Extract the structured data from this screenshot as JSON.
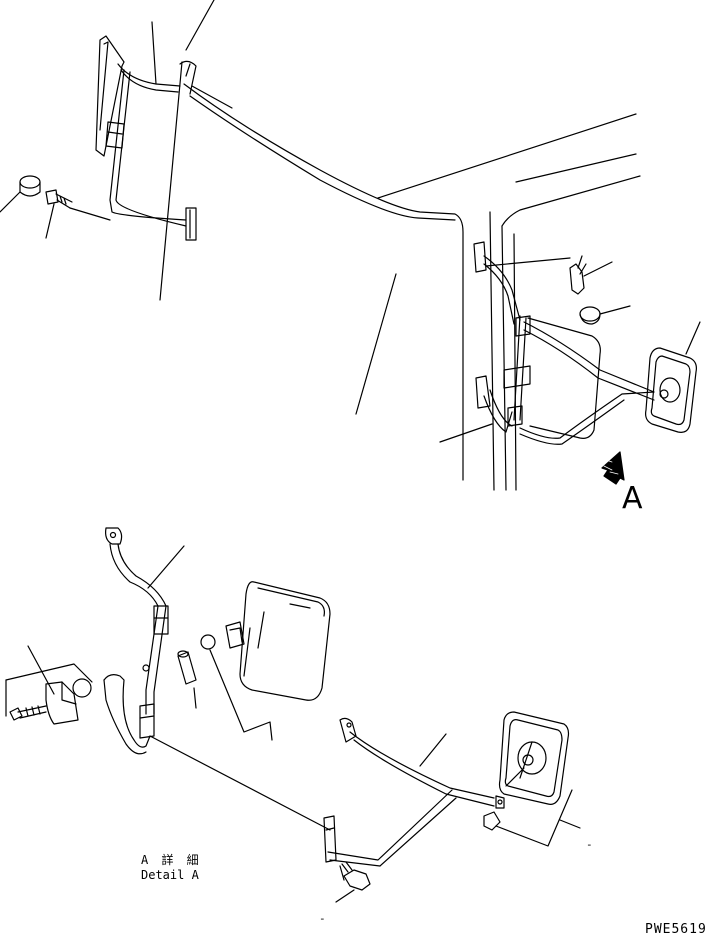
{
  "labels": {
    "view_callout": "A",
    "detail_jp": "A 詳 細",
    "detail_en": "Detail A",
    "drawing_code": "PWE5619",
    "mark_1": "-",
    "mark_2": "-"
  },
  "colors": {
    "line": "#000000",
    "background": "#ffffff"
  }
}
